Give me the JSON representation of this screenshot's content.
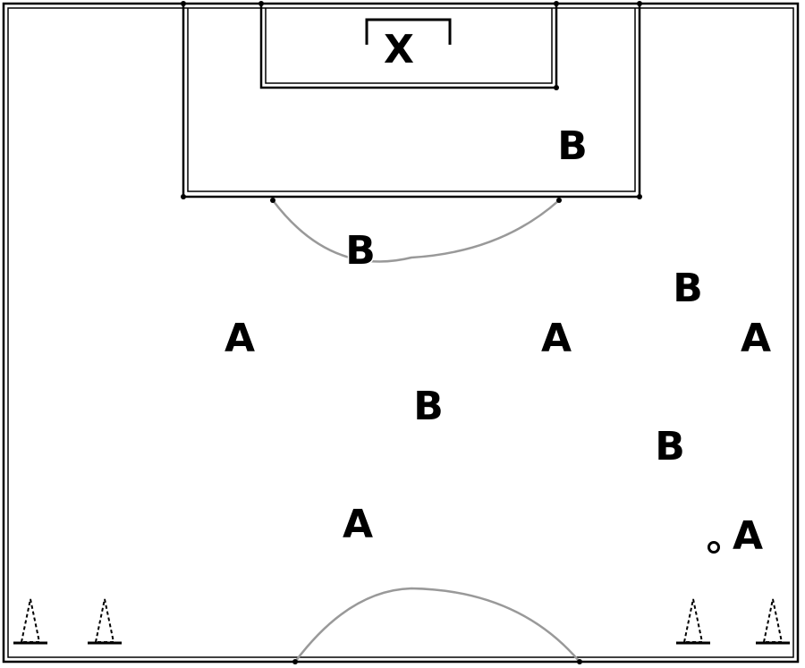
{
  "goalkeeper": {
    "label": "X"
  },
  "players": [
    {
      "team": "B",
      "label": "B"
    },
    {
      "team": "B",
      "label": "B"
    },
    {
      "team": "B",
      "label": "B"
    },
    {
      "team": "A",
      "label": "A"
    },
    {
      "team": "A",
      "label": "A"
    },
    {
      "team": "A",
      "label": "A"
    },
    {
      "team": "B",
      "label": "B"
    },
    {
      "team": "B",
      "label": "B"
    },
    {
      "team": "A",
      "label": "A"
    },
    {
      "team": "A",
      "label": "A"
    }
  ],
  "colors": {
    "lines": "#000000",
    "arc": "#999999",
    "background": "#ffffff"
  },
  "icons": {
    "ball": "ball-icon",
    "cone": "cone-icon"
  }
}
